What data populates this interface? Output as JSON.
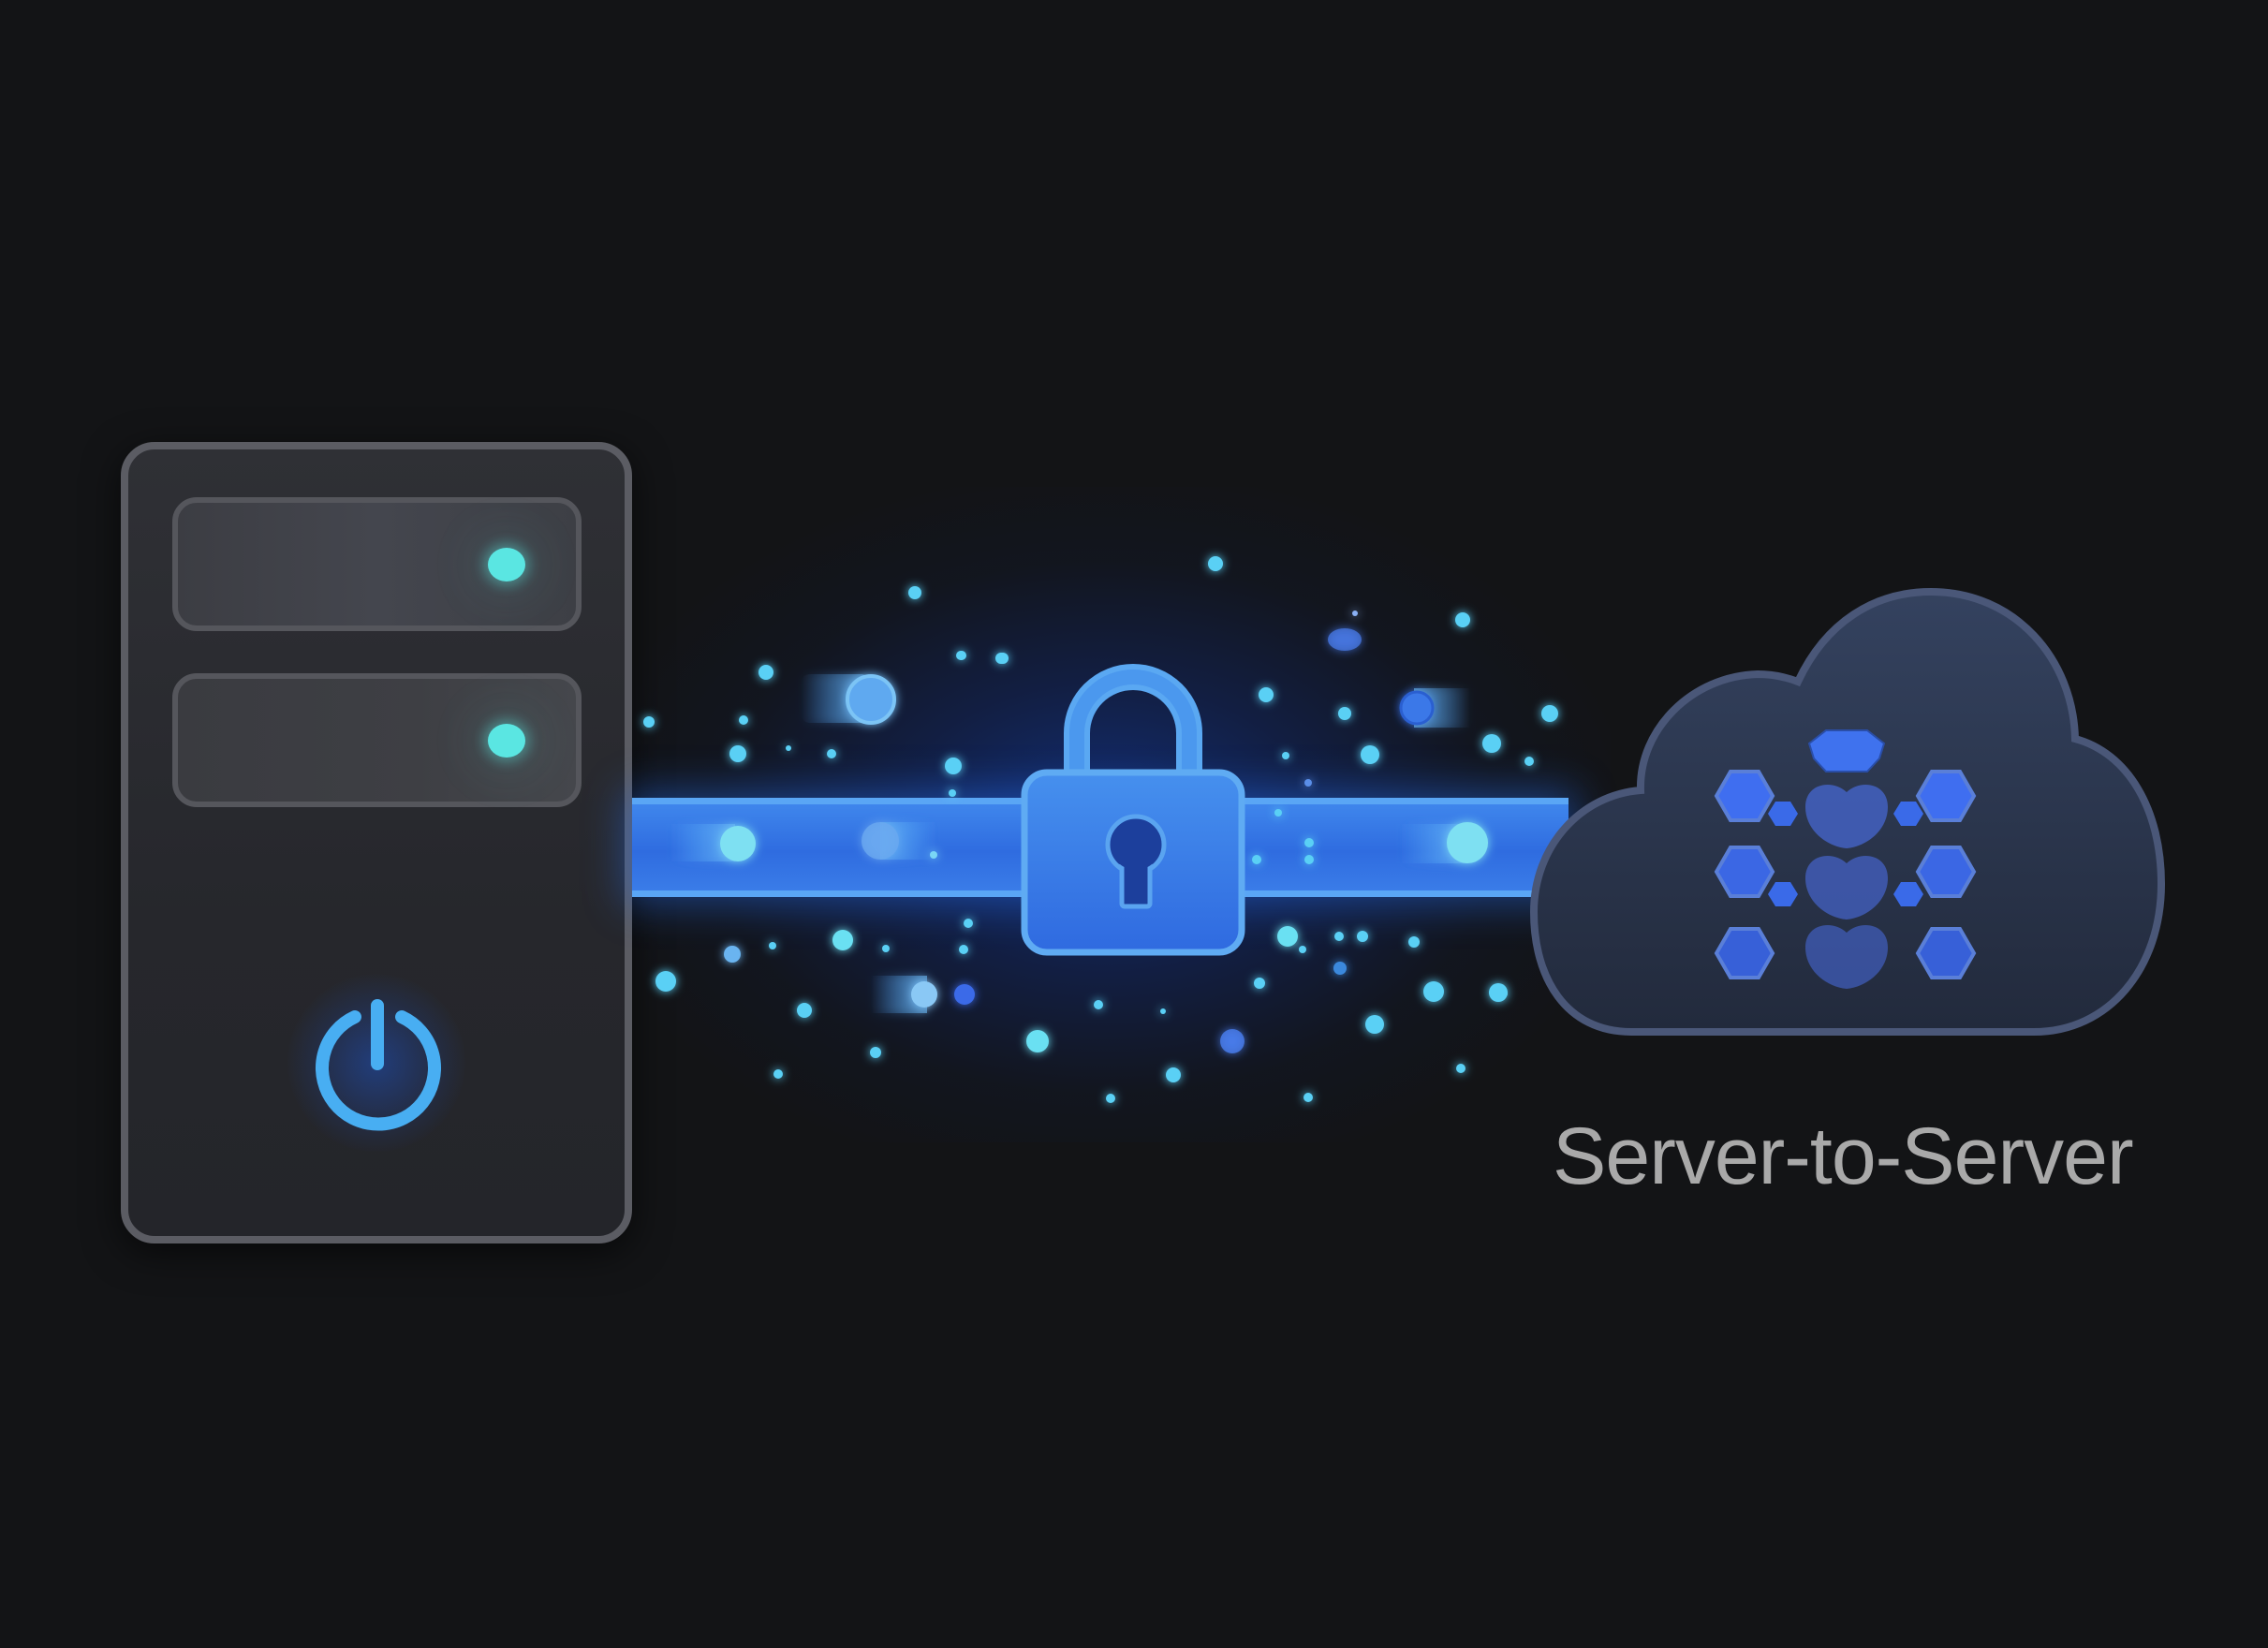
{
  "diagram": {
    "caption": "Server-to-Server",
    "nodes": [
      {
        "id": "source-server",
        "type": "server-tower",
        "drive_bays": 2,
        "led_color": "#5ae6e2",
        "power_icon_color": "#4aaef0"
      },
      {
        "id": "encrypted-channel",
        "type": "beam",
        "icon": "padlock-icon",
        "color": "#3f86ec"
      },
      {
        "id": "destination-cloud",
        "type": "cloud",
        "icon": "hexagon-cluster-icon",
        "color": "#2d3a58"
      }
    ],
    "edges": [
      {
        "from": "source-server",
        "to": "destination-cloud",
        "via": "encrypted-channel"
      }
    ]
  },
  "colors": {
    "background": "#131416",
    "server_body": "#2a2b30",
    "server_border": "#5b5c63",
    "beam": "#3f86ec",
    "beam_edge": "#5aa6f5",
    "lock": "#3a80ec",
    "cloud": "#2d3a58",
    "caption": "#a9a9a9",
    "particle": "#5ad0f5"
  }
}
